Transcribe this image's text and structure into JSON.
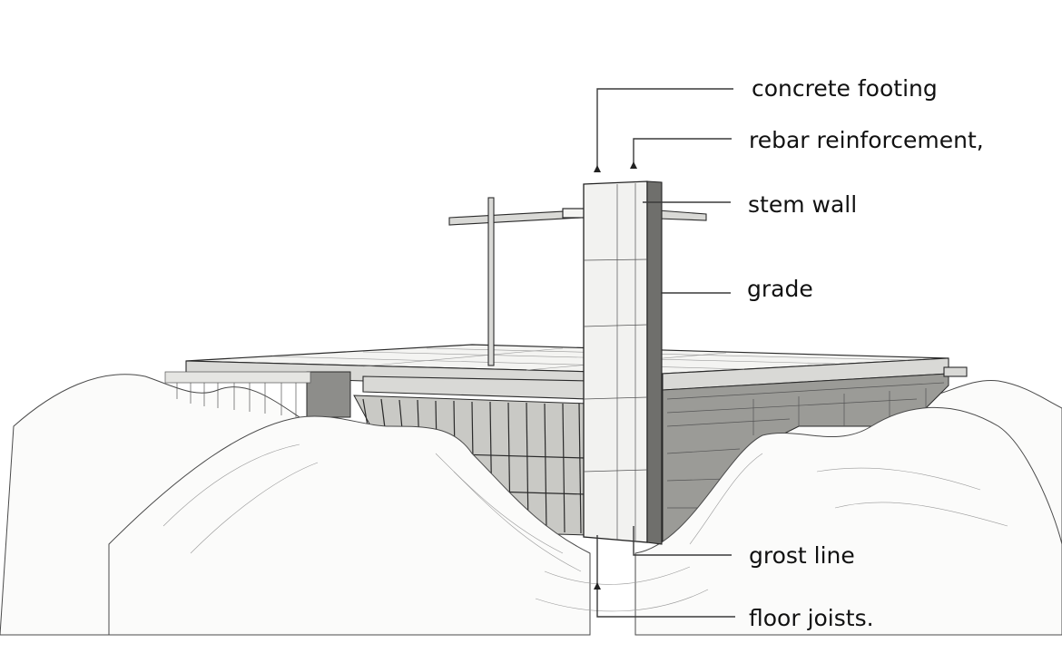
{
  "diagram": {
    "subject": "foundation-cross-section-illustration",
    "callouts": [
      {
        "id": "concrete-footing",
        "label": "concrete footing"
      },
      {
        "id": "rebar-reinforcement",
        "label": "rebar reinforcement,"
      },
      {
        "id": "stem-wall",
        "label": "stem wall"
      },
      {
        "id": "grade",
        "label": "grade"
      },
      {
        "id": "grost-line",
        "label": "grost line"
      },
      {
        "id": "floor-joists",
        "label": "floor joists."
      }
    ],
    "colors": {
      "background": "#ffffff",
      "ink": "#2a2a2a",
      "text": "#111111"
    }
  }
}
